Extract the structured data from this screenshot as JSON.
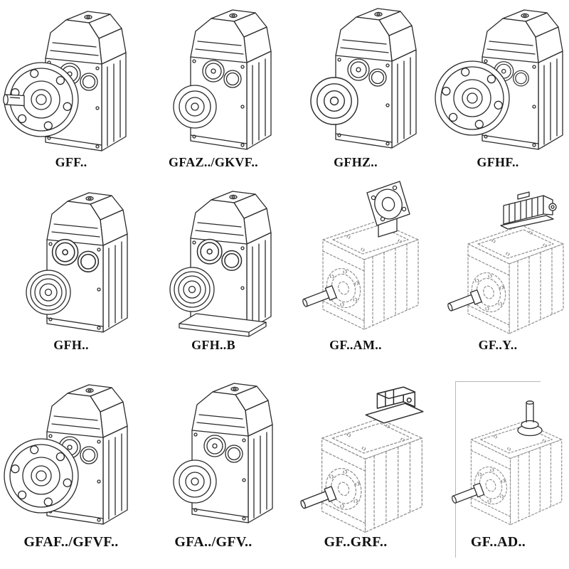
{
  "page": {
    "background": "#ffffff",
    "line_color": "#2b2b2b",
    "dashed_line_color": "#8f8f8f",
    "description": "Gear units catalog sheet with 12 isometric technical drawings of parallel-shaft helical gearboxes"
  },
  "cells": [
    {
      "label": "GFF..",
      "drawing": "flange-mounted-gearbox-with-solid-output-shaft",
      "line_style": "solid"
    },
    {
      "label": "GFAZ../GKVF..",
      "drawing": "hollow-shaft-gearbox",
      "line_style": "solid"
    },
    {
      "label": "GFHZ..",
      "drawing": "hollow-shaft-gearbox-shrink-disc",
      "line_style": "solid"
    },
    {
      "label": "GFHF..",
      "drawing": "flange-mounted-hollow-shaft-gearbox",
      "line_style": "solid"
    },
    {
      "label": "GFH..",
      "drawing": "shaft-mounted-gearbox",
      "line_style": "solid"
    },
    {
      "label": "GFH..B",
      "drawing": "shaft-mounted-gearbox-with-base",
      "line_style": "solid"
    },
    {
      "label": "GF..AM..",
      "drawing": "gearbox-with-iec-motor-adapter-flange",
      "line_style": "dashed"
    },
    {
      "label": "GF..Y..",
      "drawing": "gearbox-with-mounted-motor",
      "line_style": "dashed"
    },
    {
      "label": "GFAF../GFVF..",
      "drawing": "flange-mounted-hollow-shaft-gearbox",
      "line_style": "solid"
    },
    {
      "label": "GFA../GFV..",
      "drawing": "hollow-shaft-gearbox",
      "line_style": "solid"
    },
    {
      "label": "GF..GRF..",
      "drawing": "gearbox-with-top-adapter-block",
      "line_style": "dashed"
    },
    {
      "label": "GF..AD..",
      "drawing": "gearbox-with-input-shaft-adapter",
      "line_style": "dashed"
    }
  ]
}
